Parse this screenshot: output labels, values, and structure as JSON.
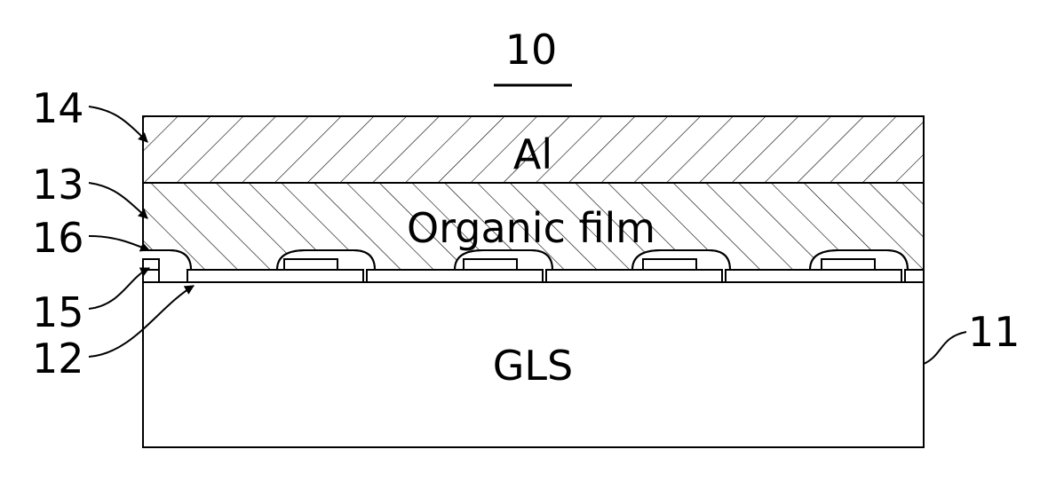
{
  "figure": {
    "number": "10",
    "layers": {
      "top_metal": "Al",
      "organic": "Organic film",
      "substrate": "GLS"
    },
    "refs": {
      "r14": "14",
      "r13": "13",
      "r16": "16",
      "r15": "15",
      "r12": "12",
      "r11": "11"
    }
  },
  "colors": {
    "stroke": "#000000",
    "background": "#ffffff"
  }
}
